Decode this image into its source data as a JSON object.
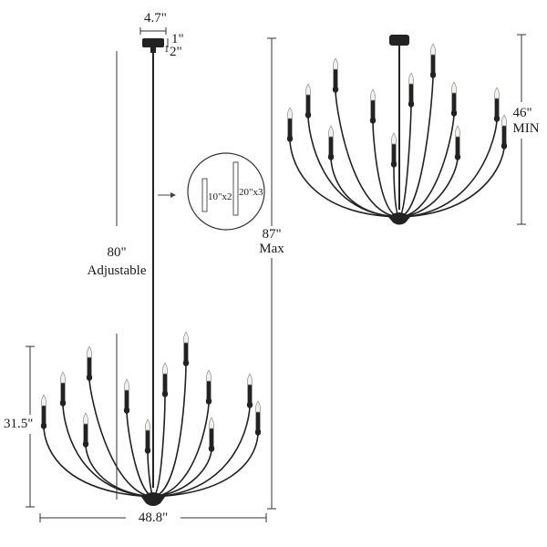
{
  "colors": {
    "ink": "#1a1a1a",
    "metal": "#222222",
    "bulb": "#f4f1ea",
    "bulb_outline": "#8a8a8a",
    "line": "#333333"
  },
  "dimensions": {
    "canopy_width": "4.7\"",
    "canopy_height_whole": "1\"",
    "canopy_height_num": "1",
    "canopy_height_den": "2\"",
    "rod_length_value": "80\"",
    "rod_length_note": "Adjustable",
    "max_height_value": "87\"",
    "max_height_note": "Max",
    "fixture_height": "31.5\"",
    "fixture_width": "48.8\"",
    "min_height_value": "46\"",
    "min_height_note": "MIN"
  },
  "rod_inset": {
    "rod_short": "10\"x2",
    "rod_long": "20\"x3"
  },
  "icons": [
    "chandelier-icon",
    "down-rod-icon",
    "arrow-right-icon"
  ]
}
